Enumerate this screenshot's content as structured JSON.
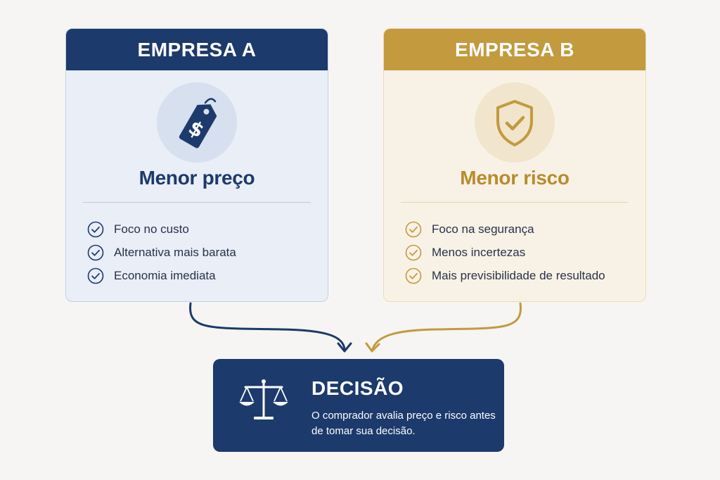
{
  "company_a": {
    "title": "EMPRESA A",
    "icon": "price-tag-dollar-icon",
    "subtitle": "Menor preço",
    "color": "#1c3a6b",
    "features": [
      "Foco no custo",
      "Alternativa mais barata",
      "Economia imediata"
    ]
  },
  "company_b": {
    "title": "EMPRESA B",
    "icon": "shield-check-icon",
    "subtitle": "Menor risco",
    "color": "#c39a3d",
    "features": [
      "Foco na segurança",
      "Menos incertezas",
      "Mais previsibilidade de resultado"
    ]
  },
  "decision": {
    "title": "DECISÃO",
    "icon": "balance-scale-icon",
    "text": "O comprador avalia preço e risco antes de tomar sua decisão.",
    "color": "#1c3a6b"
  }
}
